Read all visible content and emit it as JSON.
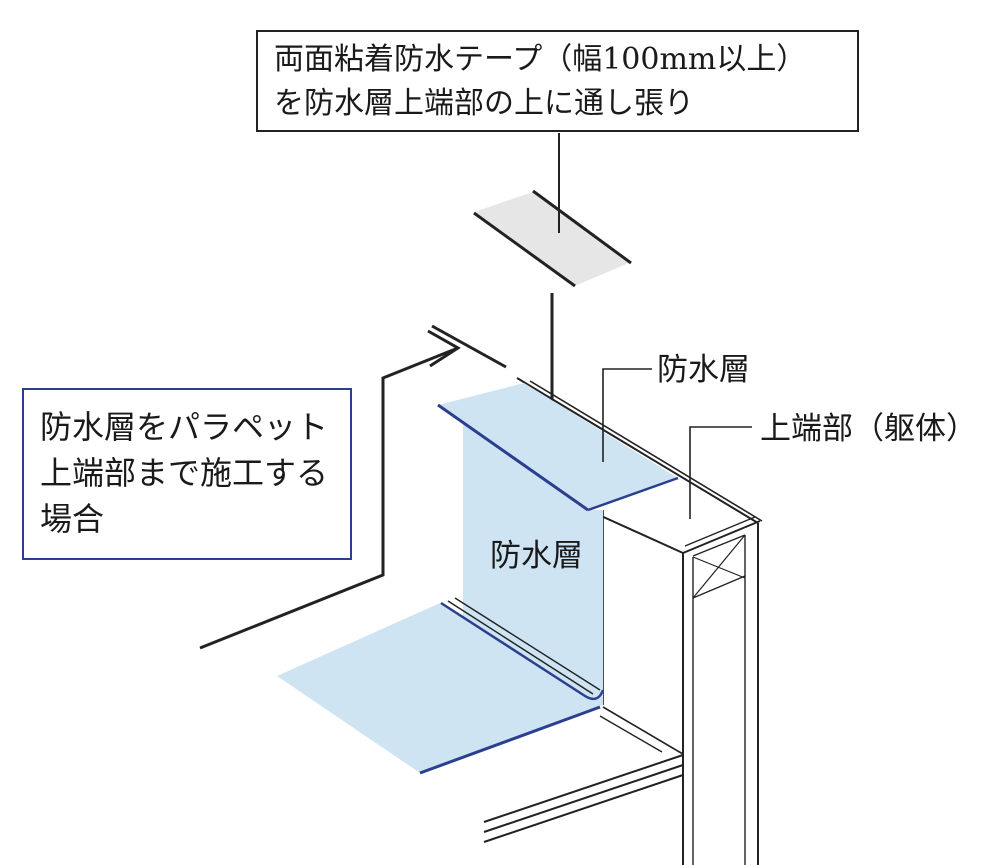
{
  "callout_top": {
    "line1": "両面粘着防水テープ（幅100mm以上）",
    "line2": "を防水層上端部の上に通し張り"
  },
  "callout_left": {
    "line1": "防水層をパラペット",
    "line2": "上端部まで施工する",
    "line3": "場合"
  },
  "labels": {
    "waterproof_layer_top": "防水層",
    "parapet_top": "上端部（躯体）",
    "waterproof_layer_wall": "防水層"
  },
  "colors": {
    "waterproof_fill": "#cfe4f3",
    "waterproof_edge": "#2b3f8f",
    "tape_fill": "#e6e6e6",
    "line": "#222222"
  }
}
